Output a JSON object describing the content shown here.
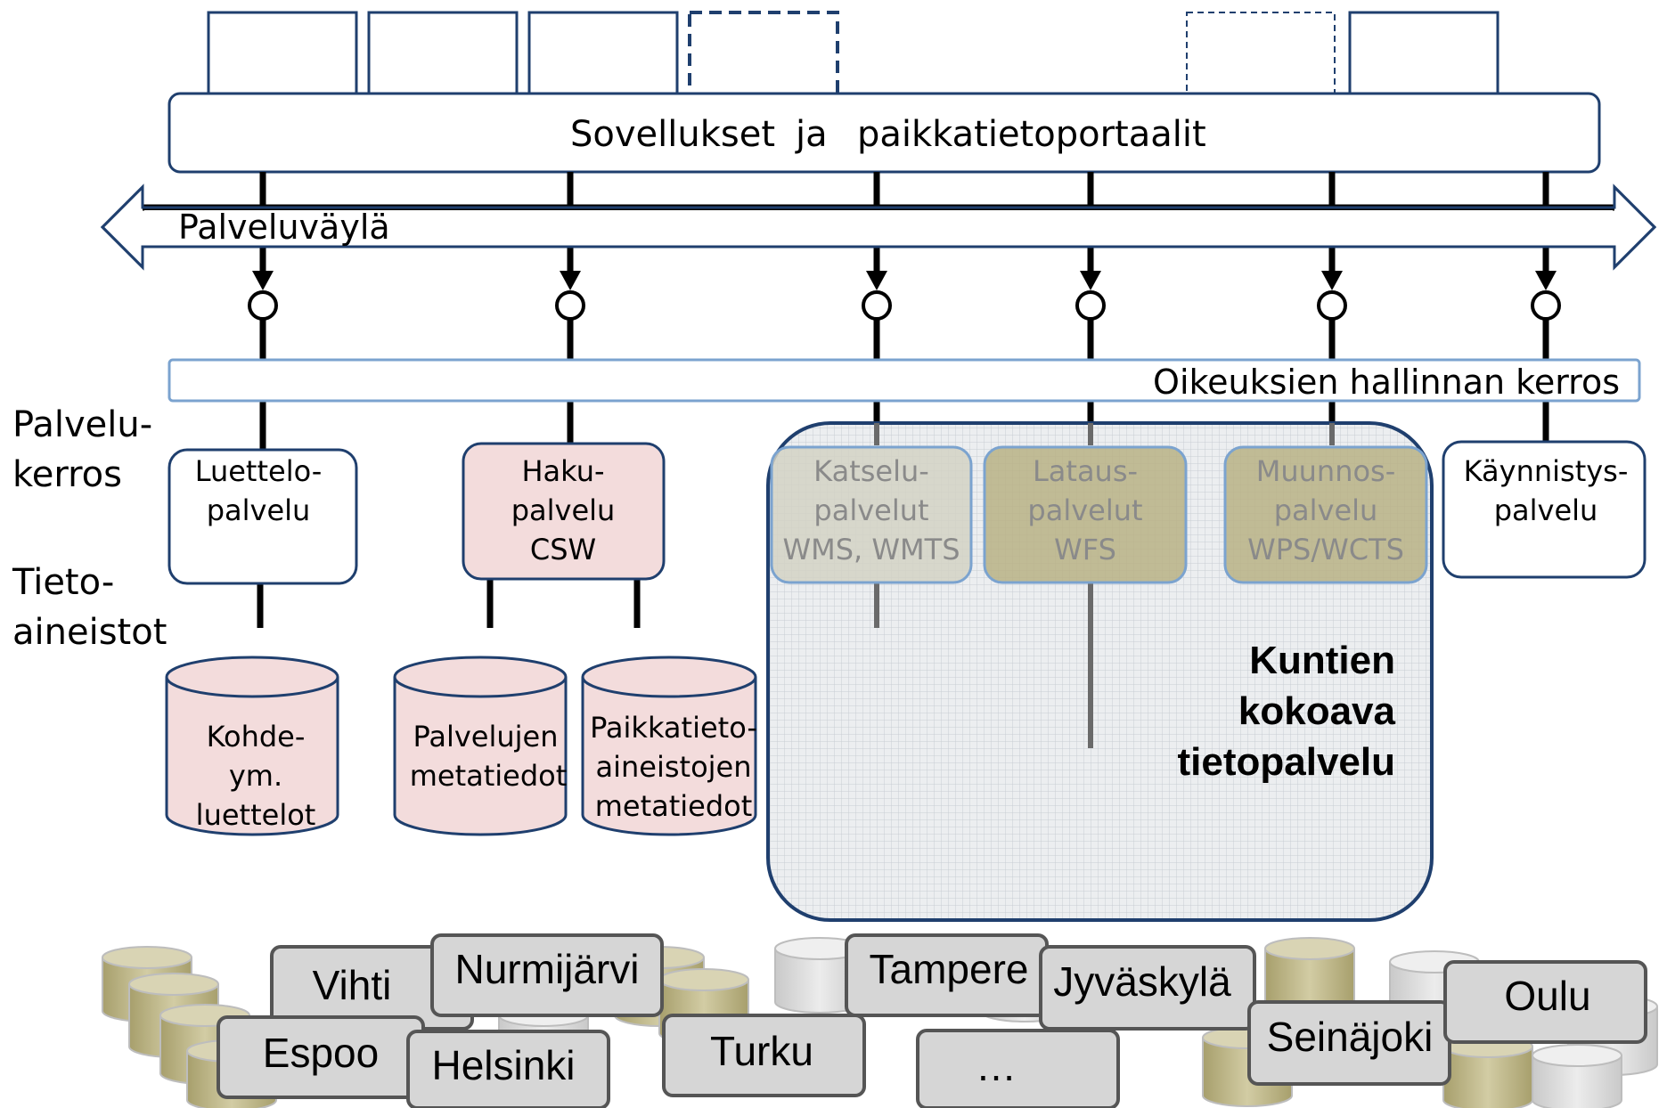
{
  "applications_bar": {
    "label_1": "Sovellukset",
    "label_2": "ja",
    "label_3": "paikkatietoportaalit"
  },
  "service_bus": {
    "label": "Palveluväylä"
  },
  "rights_layer": {
    "label": "Oikeuksien hallinnan kerros"
  },
  "left_labels": {
    "service_layer_1": "Palvelu-",
    "service_layer_2": "kerros",
    "data_1": "Tieto-",
    "data_2": "aineistot"
  },
  "services": {
    "catalog": [
      "Luettelo-",
      "palvelu"
    ],
    "discovery": [
      "Haku-",
      "palvelu",
      "CSW"
    ],
    "view": [
      "Katselu-",
      "palvelut",
      "WMS, WMTS"
    ],
    "download": [
      "Lataus-",
      "palvelut",
      "WFS"
    ],
    "transform": [
      "Muunnos-",
      "palvelu",
      "WPS/WCTS"
    ],
    "invoke": [
      "Käynnistys-",
      "palvelu"
    ]
  },
  "databases": {
    "gazetteer": [
      "Kohde-",
      "ym.",
      "luettelot"
    ],
    "service_metadata": [
      "Palvelujen",
      "metatiedot"
    ],
    "dataset_metadata": [
      "Paikkatieto-",
      "aineistojen",
      "metatiedot"
    ]
  },
  "municipal_service": [
    "Kuntien",
    "kokoava",
    "tietopalvelu"
  ],
  "cities": {
    "vihti": "Vihti",
    "nurmijarvi": "Nurmijärvi",
    "tampere": "Tampere",
    "jyvaskyla": "Jyväskylä",
    "oulu": "Oulu",
    "espoo": "Espoo",
    "helsinki": "Helsinki",
    "turku": "Turku",
    "ellipsis": "…",
    "seinajoki": "Seinäjoki"
  },
  "colors": {
    "box_border": "#1f3f6e",
    "pink_fill": "#f3dcdc",
    "grey_text": "#8a8a8a",
    "khaki_fill": "#b9b285",
    "city_fill": "#d6d6d6",
    "light_blue_border": "#7ba3cf"
  }
}
